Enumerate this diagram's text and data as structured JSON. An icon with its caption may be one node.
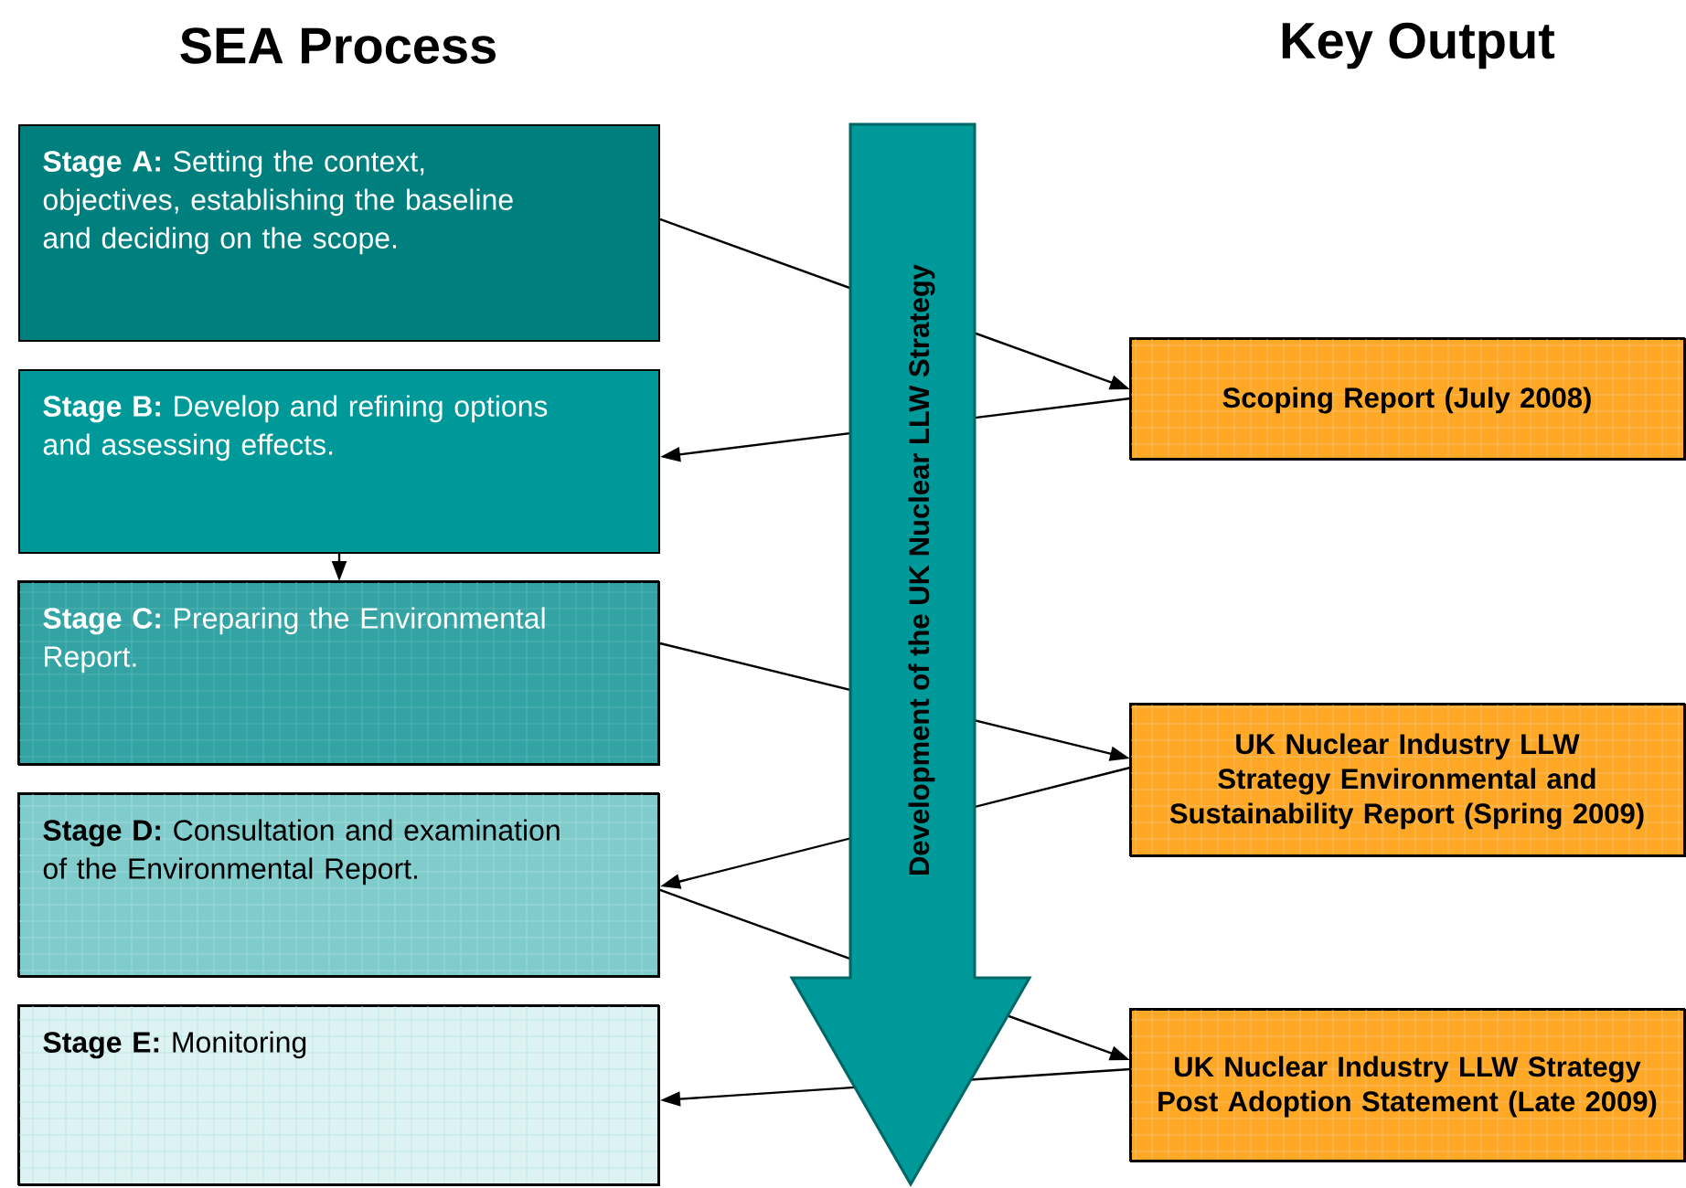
{
  "diagram": {
    "nodes": [
      {
        "text": [
          "**Stage A:** Setting the context, objectives, establishing the baseline and deciding on the scope."
        ]
      },
      {
        "text": [
          "**Stage B:** Develop and refining options and assessing effects."
        ]
      },
      {
        "text": [
          "**Stage C:** Preparing the Environmental Report."
        ]
      },
      {
        "text": [
          "**Stage D:** Consultation and examination of the Environmental Report."
        ]
      },
      {
        "text": [
          "**Stage E:**  Monitoring"
        ]
      },
      {
        "text": [
          "Scoping Report (July 2008)"
        ]
      },
      {
        "text": [
          "UK Nuclear Industry LLW Strategy Environmental and Sustainability Report (Spring 2009)"
        ]
      },
      {
        "text": [
          "UK Nuclear Industry LLW Strategy Post Adoption Statement (Late 2009)"
        ]
      }
    ],
    "edges": [
      {
        "from": 0,
        "to": 5,
        "arrow": "to"
      },
      {
        "from": 5,
        "to": 1,
        "arrow": "to"
      },
      {
        "from": 1,
        "to": 2,
        "arrow": "to"
      },
      {
        "from": 2,
        "to": 6,
        "arrow": "to"
      },
      {
        "from": 6,
        "to": 3,
        "arrow": "to"
      },
      {
        "from": 3,
        "to": 7,
        "arrow": "to"
      },
      {
        "from": 7,
        "to": 4,
        "arrow": "to"
      }
    ],
    "labels": [
      "SEA Process",
      "Key Output",
      "Development of the UK Nuclear LLW Strategy"
    ]
  }
}
